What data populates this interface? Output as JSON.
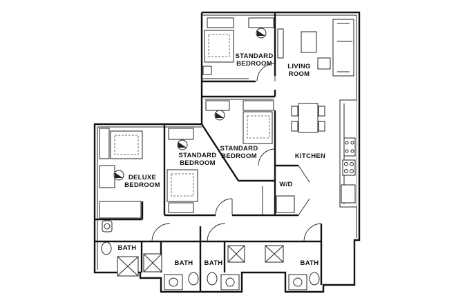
{
  "rooms": {
    "bedroom_top": {
      "line1": "STANDARD",
      "line2": "BEDROOM"
    },
    "living": {
      "line1": "LIVING",
      "line2": "ROOM"
    },
    "bedroom_mid": {
      "line1": "STANDARD",
      "line2": "BEDROOM"
    },
    "bedroom_left": {
      "line1": "STANDARD",
      "line2": "BEDROOM"
    },
    "deluxe": {
      "line1": "DELUXE",
      "line2": "BEDROOM"
    },
    "kitchen": "KITCHEN",
    "wd": "W/D",
    "bath1": "BATH",
    "bath2": "BATH",
    "bath3": "BATH",
    "bath4": "BATH"
  }
}
